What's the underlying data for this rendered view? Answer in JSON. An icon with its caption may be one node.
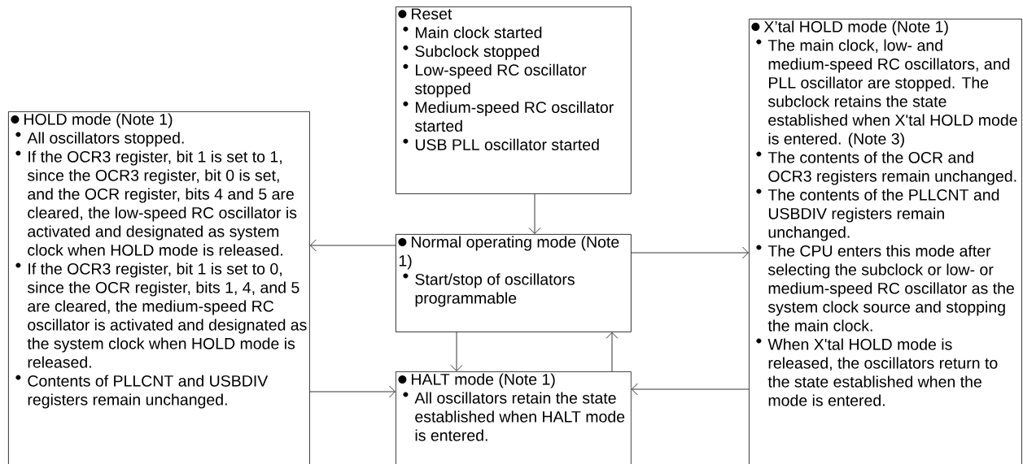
{
  "diagram": {
    "nodes": [
      {
        "text": [
          "Reset",
          "Main clock started",
          "Subclock stopped",
          "Low-speed RC oscillator stopped",
          "Medium-speed RC oscillator started",
          "USB PLL oscillator started"
        ]
      },
      {
        "text": [
          "X’tal HOLD mode (Note 1)",
          "The main clock, low- and medium-speed RC oscillators, and PLL oscillator are stopped. The subclock retains the state established when X'tal HOLD mode is entered. (Note 3)",
          "The contents of the OCR and OCR3 registers remain unchanged.",
          "The contents of the PLLCNT and USBDIV registers remain unchanged.",
          "The CPU enters this mode after selecting the subclock or low- or medium-speed RC oscillator as the system clock source and stopping the main clock.",
          "When X'tal HOLD mode is released, the oscillators return to the state established when the mode is entered."
        ]
      },
      {
        "text": [
          "HOLD mode (Note 1)",
          "All oscillators stopped.",
          "If the OCR3 register, bit 1 is set to 1, since the OCR3 register, bit 0 is set, and the OCR register, bits 4 and 5 are cleared, the low-speed RC oscillator is activated and designated as system clock when HOLD mode is released.",
          "If the OCR3 register, bit 1 is set to 0, since the OCR register, bits 1, 4, and 5 are cleared, the medium-speed RC oscillator is activated and designated as the system clock when HOLD mode is released.",
          "Contents of PLLCNT and USBDIV registers remain unchanged."
        ]
      },
      {
        "text": [
          "Normal operating mode (Note 1)",
          "Start/stop of oscillators programmable"
        ]
      },
      {
        "text": [
          "HALT mode (Note 1)",
          "All oscillators retain the state established when HALT mode is entered."
        ]
      }
    ],
    "edges": [
      {
        "from": 0,
        "to": 3,
        "arrow": "to"
      },
      {
        "from": 3,
        "to": 2,
        "arrow": "to"
      },
      {
        "from": 3,
        "to": 1,
        "arrow": "to"
      },
      {
        "from": 3,
        "to": 4,
        "arrow": "to"
      },
      {
        "from": 4,
        "to": 3,
        "arrow": "to"
      },
      {
        "from": 2,
        "to": 4,
        "arrow": "to"
      },
      {
        "from": 1,
        "to": 4,
        "arrow": "to"
      }
    ]
  }
}
